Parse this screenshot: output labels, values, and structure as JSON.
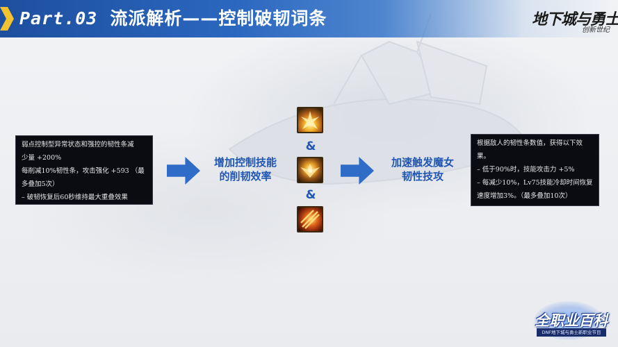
{
  "header": {
    "part_label": "Part.03",
    "title": "流派解析——控制破韧词条"
  },
  "logo": {
    "main": "地下城与勇士",
    "sub": "创新世纪"
  },
  "left_box": {
    "lines": [
      "弱点控制型异常状态和强控的韧性条减",
      "少量 +200%",
      "每削减10%韧性条，攻击强化 +593 （最",
      "多叠加5次）",
      "– 破韧恢复后60秒维持最大重叠效果"
    ]
  },
  "middle": {
    "label1_line1": "增加控制技能",
    "label1_line2": "的削韧效率",
    "amp": "&",
    "label2_line1": "加速触发魔女",
    "label2_line2": "韧性技攻"
  },
  "skills": [
    {
      "icon": "golden-burst-skill-icon"
    },
    {
      "icon": "winged-emblem-skill-icon"
    },
    {
      "icon": "fire-slash-skill-icon"
    }
  ],
  "right_box": {
    "lines": [
      "根据敌人的韧性条数值，获得以下效果。",
      "– 低于90%时，技能攻击力 +5%",
      "– 每减少10%，Lv75技能冷却时间恢复速度增加3%。（最多叠加10次）"
    ]
  },
  "badge": {
    "title": "全职业百科",
    "sub": "DNF地下城与勇士新职业节目"
  },
  "colors": {
    "accent_blue": "#2057b3",
    "arrow_blue": "#2f6cc7",
    "header_blue": "#1d4f9e",
    "chevron_yellow": "#f2c230",
    "box_bg": "#0b0c12"
  }
}
